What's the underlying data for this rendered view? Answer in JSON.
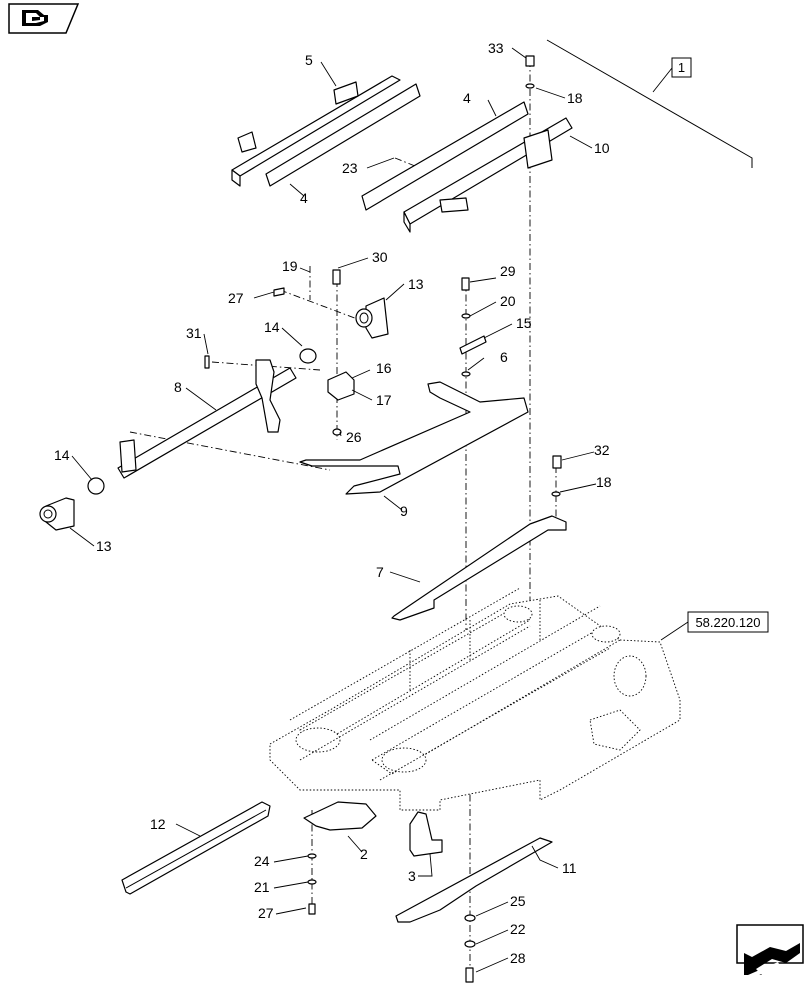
{
  "icons": {
    "top_left": "book-stack-icon",
    "bottom_right": "next-page-arrow-icon"
  },
  "references": {
    "assembly": "1",
    "frame": "58.220.120"
  },
  "callouts": {
    "c2": "2",
    "c3": "3",
    "c4a": "4",
    "c4b": "4",
    "c5": "5",
    "c6": "6",
    "c7": "7",
    "c8": "8",
    "c9": "9",
    "c10": "10",
    "c11": "11",
    "c12": "12",
    "c13a": "13",
    "c13b": "13",
    "c14a": "14",
    "c14b": "14",
    "c15": "15",
    "c16": "16",
    "c17": "17",
    "c18a": "18",
    "c18b": "18",
    "c19": "19",
    "c20": "20",
    "c21": "21",
    "c22": "22",
    "c23": "23",
    "c24": "24",
    "c25": "25",
    "c26": "26",
    "c27a": "27",
    "c27b": "27",
    "c28": "28",
    "c29": "29",
    "c30": "30",
    "c31": "31",
    "c32": "32",
    "c33": "33"
  }
}
